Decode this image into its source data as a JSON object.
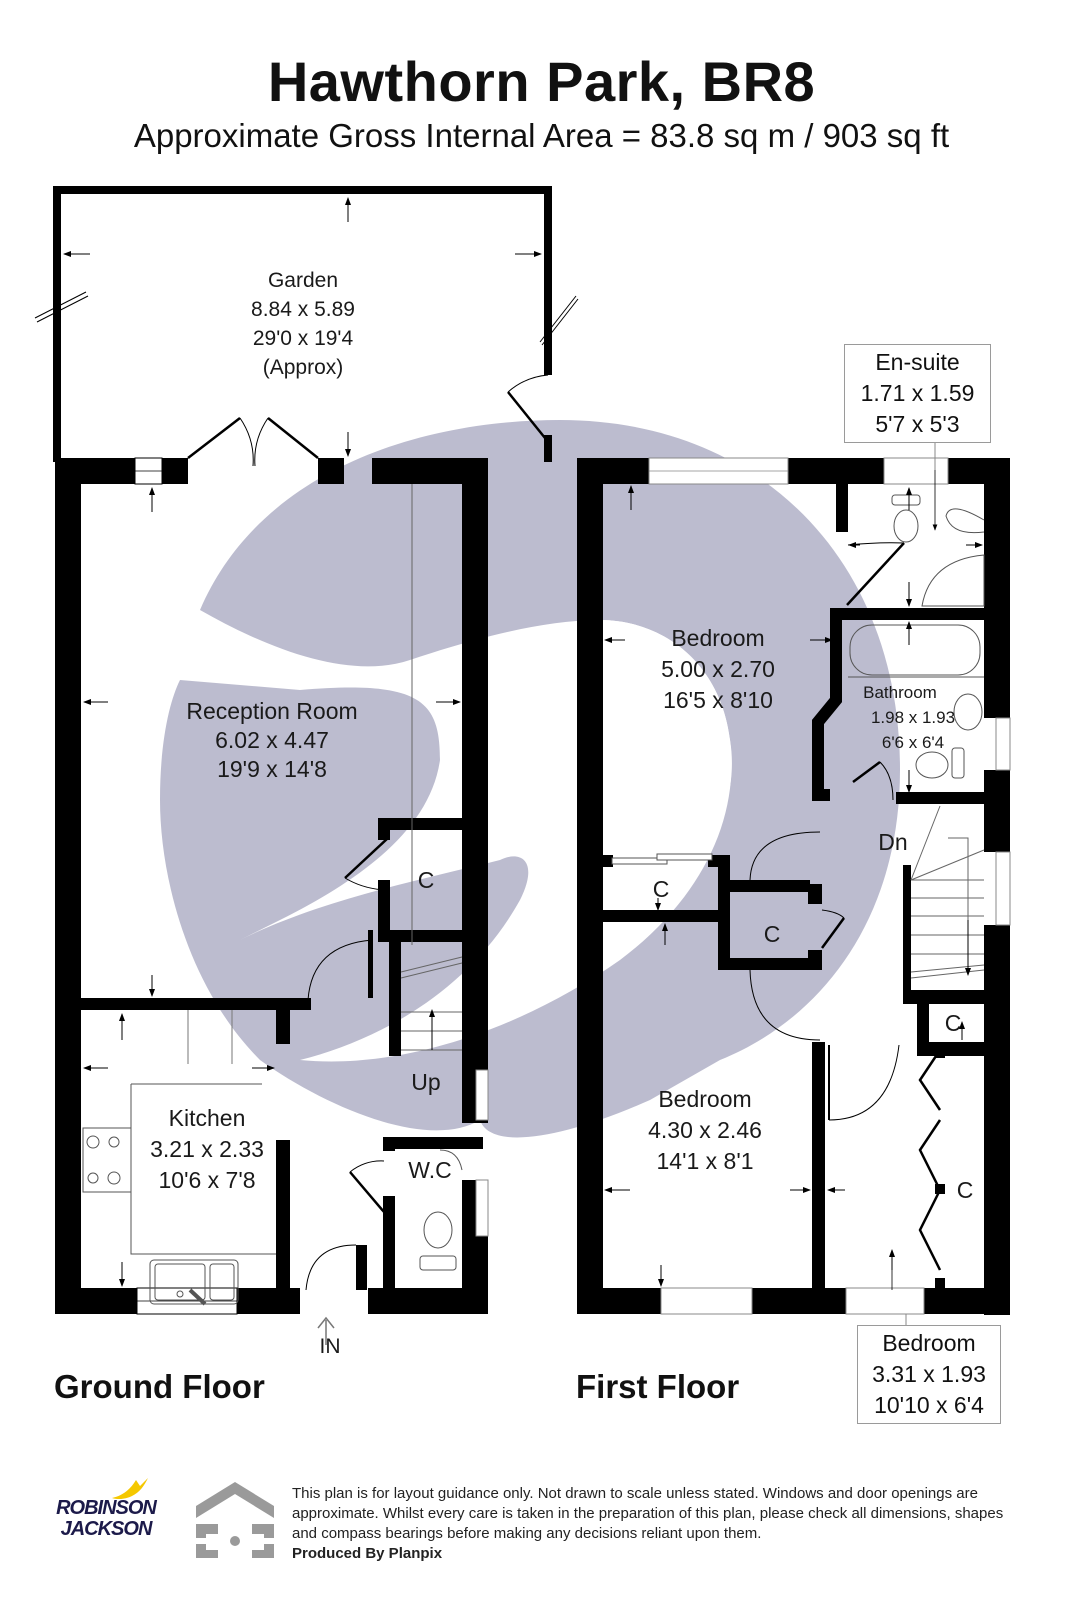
{
  "header": {
    "title": "Hawthorn Park, BR8",
    "subtitle": "Approximate Gross Internal Area = 83.8 sq m / 903 sq ft"
  },
  "floors": {
    "ground": {
      "label": "Ground Floor",
      "rooms": {
        "garden": {
          "name": "Garden",
          "metric": "8.84 x 5.89",
          "imperial": "29'0 x 19'4",
          "note": "(Approx)"
        },
        "reception": {
          "name": "Reception Room",
          "metric": "6.02 x 4.47",
          "imperial": "19'9 x 14'8"
        },
        "kitchen": {
          "name": "Kitchen",
          "metric": "3.21 x 2.33",
          "imperial": "10'6 x 7'8"
        },
        "wc": {
          "name": "W.C"
        },
        "cupboard": {
          "name": "C"
        }
      },
      "annotations": {
        "stairs": "Up",
        "entrance": "IN"
      }
    },
    "first": {
      "label": "First Floor",
      "rooms": {
        "bedroom1": {
          "name": "Bedroom",
          "metric": "5.00 x 2.70",
          "imperial": "16'5 x 8'10"
        },
        "ensuite": {
          "name": "En-suite",
          "metric": "1.71 x 1.59",
          "imperial": "5'7 x 5'3"
        },
        "bathroom": {
          "name": "Bathroom",
          "metric": "1.98 x 1.93",
          "imperial": "6'6 x 6'4"
        },
        "bedroom2": {
          "name": "Bedroom",
          "metric": "4.30 x 2.46",
          "imperial": "14'1 x 8'1"
        },
        "bedroom3": {
          "name": "Bedroom",
          "metric": "3.31 x 1.93",
          "imperial": "10'10 x 6'4"
        },
        "cupboards": [
          "C",
          "C",
          "C",
          "C"
        ]
      },
      "annotations": {
        "stairs": "Dn"
      }
    }
  },
  "footer": {
    "disclaimer": "This plan is for layout guidance only. Not drawn to scale unless stated. Windows and door openings are approximate. Whilst every care is taken in the preparation of this plan, please check all dimensions, shapes and compass bearings before making any decisions reliant upon them.",
    "produced_by": "Produced By Planpix",
    "agent_logo_line1": "ROBINSON",
    "agent_logo_line2": "JACKSON"
  },
  "colors": {
    "wall": "#000000",
    "watermark": "#b8b8cc",
    "agent_navy": "#1c1a4a",
    "agent_yellow": "#f5c800",
    "planpix_grey": "#9a9a9a"
  }
}
